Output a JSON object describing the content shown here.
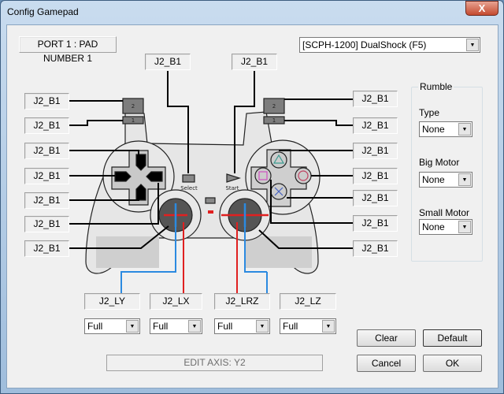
{
  "window": {
    "title": "Config Gamepad",
    "close": "X"
  },
  "port_label": "PORT 1 : PAD NUMBER 1",
  "pad_type": "[SCPH-1200] DualShock (F5)",
  "top_buttons": [
    "J2_B1",
    "J2_B1"
  ],
  "left_buttons": [
    "J2_B1",
    "J2_B1",
    "J2_B1",
    "J2_B1",
    "J2_B1",
    "J2_B1",
    "J2_B1"
  ],
  "right_buttons": [
    "J2_B1",
    "J2_B1",
    "J2_B1",
    "J2_B1",
    "J2_B1",
    "J2_B1",
    "J2_B1"
  ],
  "controller": {
    "l2": "2",
    "l1": "1",
    "r2": "2",
    "r1": "1",
    "select": "Select",
    "start": "Start"
  },
  "rumble": {
    "title": "Rumble",
    "type_label": "Type",
    "type_value": "None",
    "big_label": "Big Motor",
    "big_value": "None",
    "small_label": "Small Motor",
    "small_value": "None"
  },
  "axes": [
    {
      "label": "J2_LY",
      "mode": "Full"
    },
    {
      "label": "J2_LX",
      "mode": "Full"
    },
    {
      "label": "J2_LRZ",
      "mode": "Full"
    },
    {
      "label": "J2_LZ",
      "mode": "Full"
    }
  ],
  "edit_axis": "EDIT AXIS: Y2",
  "buttons": {
    "clear": "Clear",
    "default": "Default",
    "cancel": "Cancel",
    "ok": "OK"
  }
}
